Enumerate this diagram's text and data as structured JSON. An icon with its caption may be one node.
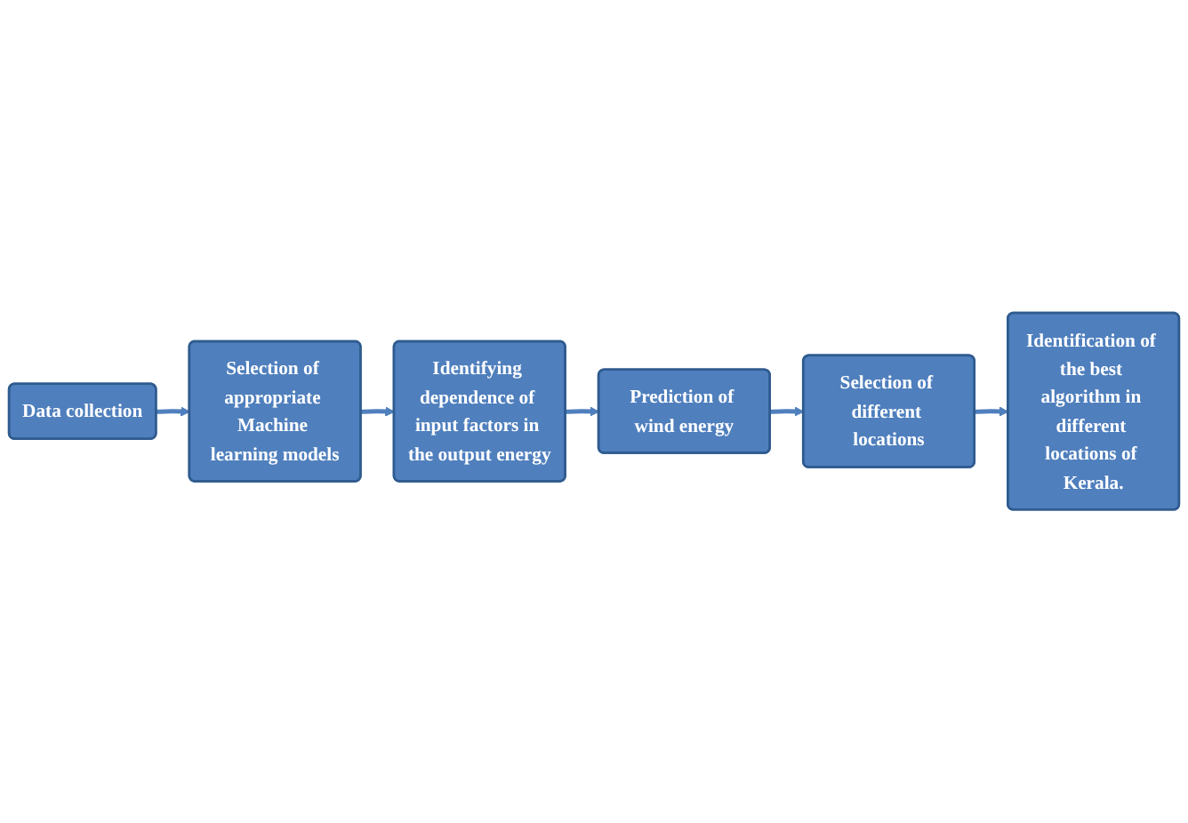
{
  "diagram": {
    "nodes": [
      {
        "text": [
          "Data collection"
        ]
      },
      {
        "text": [
          "Selection of appropriate Machine learning models"
        ]
      },
      {
        "text": [
          "Identifying dependence of input factors in the output energy"
        ]
      },
      {
        "text": [
          "Prediction of wind energy"
        ]
      },
      {
        "text": [
          "Selection of different locations"
        ]
      },
      {
        "text": [
          "Identification of the best algorithm in different locations of Kerala."
        ]
      }
    ],
    "edges": [
      {
        "from": 0,
        "to": 1,
        "arrow": "to"
      },
      {
        "from": 1,
        "to": 2,
        "arrow": "to"
      },
      {
        "from": 2,
        "to": 3,
        "arrow": "to"
      },
      {
        "from": 3,
        "to": 4,
        "arrow": "to"
      },
      {
        "from": 4,
        "to": 5,
        "arrow": "to"
      }
    ]
  }
}
